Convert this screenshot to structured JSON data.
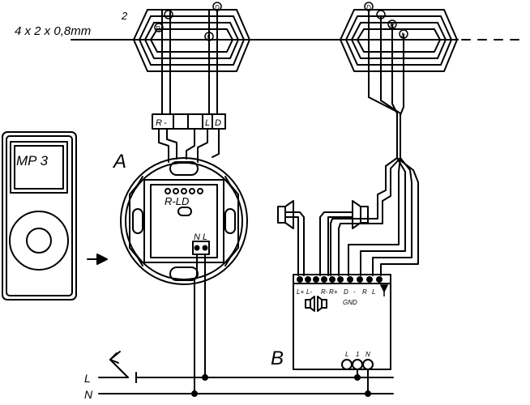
{
  "cable": {
    "prefix": "4 x 2 x 0,8mm",
    "exponent": "2"
  },
  "unit_labels": {
    "a": "A",
    "b": "B"
  },
  "mp3": {
    "display": "MP  3"
  },
  "terminal_block": {
    "r": "R",
    "minus": "-",
    "l": "L",
    "d": "D"
  },
  "socket_a": {
    "rld": "R-LD",
    "n": "N",
    "l": "L"
  },
  "amp_b": {
    "terminals": [
      "L+",
      "L-",
      "R-",
      "R+",
      "D",
      "-",
      "R",
      "L"
    ],
    "gnd": "GND",
    "power": [
      "L",
      "1",
      "N"
    ]
  },
  "mains": {
    "l": "L",
    "n": "N"
  },
  "tap_labels": [
    "R",
    "-",
    "D",
    "L"
  ]
}
